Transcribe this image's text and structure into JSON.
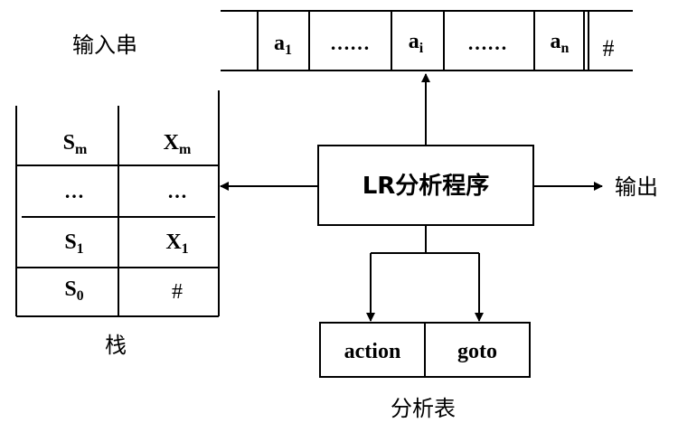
{
  "input": {
    "label": "输入串",
    "cells": [
      {
        "text": "a",
        "sub": "1"
      },
      {
        "text": "……",
        "sub": ""
      },
      {
        "text": "a",
        "sub": "i"
      },
      {
        "text": "……",
        "sub": ""
      },
      {
        "text": "a",
        "sub": "n"
      },
      {
        "text": "#",
        "sub": ""
      }
    ]
  },
  "stack": {
    "label": "栈",
    "rows": [
      [
        {
          "text": "S",
          "sub": "m"
        },
        {
          "text": "X",
          "sub": "m"
        }
      ],
      [
        {
          "text": "…",
          "sub": ""
        },
        {
          "text": "…",
          "sub": ""
        }
      ],
      [
        {
          "text": "S",
          "sub": "1"
        },
        {
          "text": "X",
          "sub": "1"
        }
      ],
      [
        {
          "text": "S",
          "sub": "0"
        },
        {
          "text": "#",
          "sub": ""
        }
      ]
    ]
  },
  "program": {
    "label": "LR分析程序"
  },
  "output": {
    "label": "输出"
  },
  "table": {
    "label": "分析表",
    "cells": [
      "action",
      "goto"
    ]
  }
}
